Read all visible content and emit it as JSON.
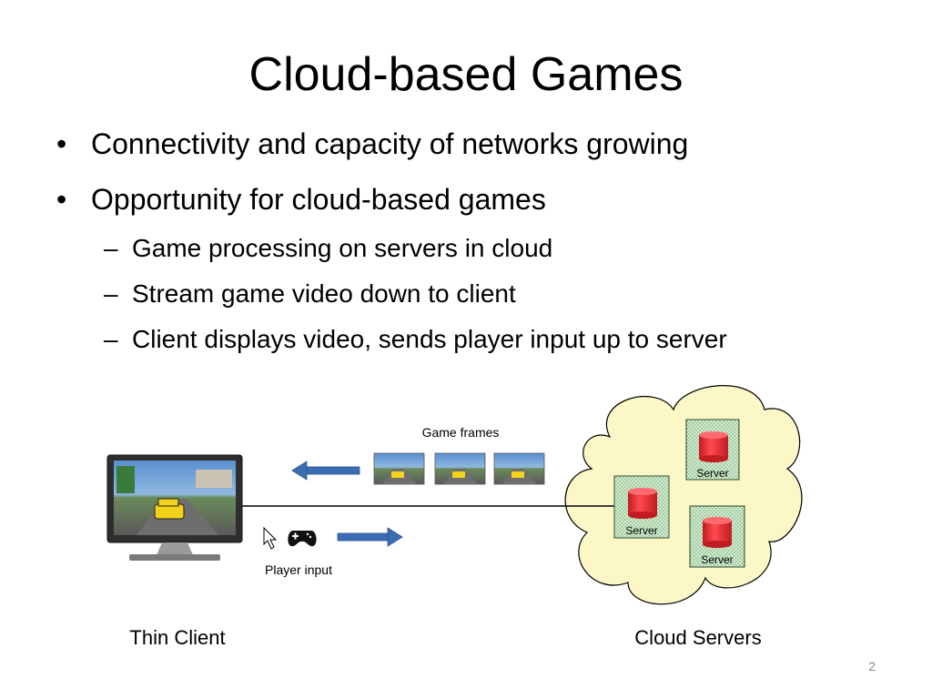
{
  "slide": {
    "title": "Cloud-based Games",
    "bullets": [
      "Connectivity and capacity of networks growing",
      "Opportunity for cloud-based games"
    ],
    "sub_bullets": [
      "Game processing on servers in cloud",
      "Stream game video down to client",
      "Client displays video, sends player input up to server"
    ],
    "bullet_symbol": "•",
    "sub_bullet_symbol": "–",
    "page_number": "2"
  },
  "diagram": {
    "game_frames_label": "Game frames",
    "player_input_label": "Player input",
    "thin_client_label": "Thin Client",
    "cloud_servers_label": "Cloud Servers",
    "servers": [
      "Server",
      "Server",
      "Server"
    ],
    "colors": {
      "arrow_blue": "#3b6db3",
      "cloud_fill": "#fbf7c6",
      "server_box_fill": "#d4ecd2",
      "database_red": "#e8242c",
      "monitor_frame": "#3a3a3a"
    },
    "icons": [
      "cursor-icon",
      "gamepad-icon",
      "monitor-icon",
      "database-icon",
      "cloud-icon"
    ]
  }
}
